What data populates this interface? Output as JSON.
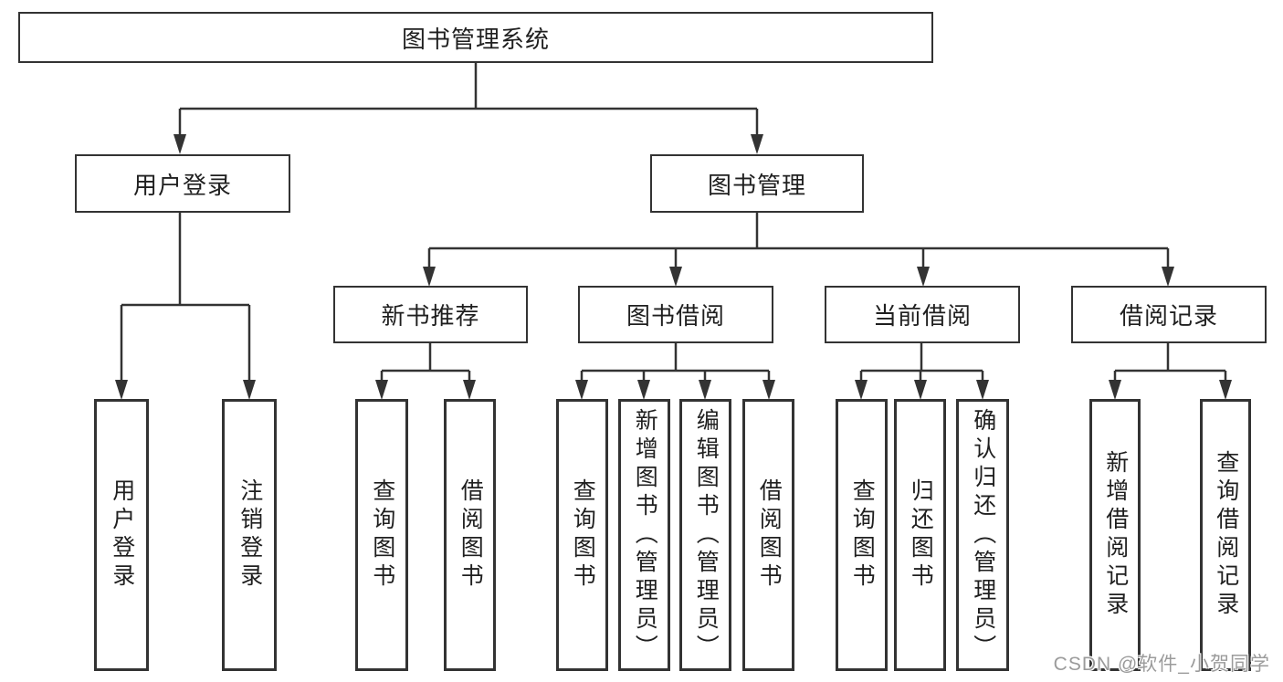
{
  "diagram": {
    "root": {
      "label": "图书管理系统"
    },
    "children": [
      {
        "label": "用户登录",
        "children": [
          {
            "label": "用户登录"
          },
          {
            "label": "注销登录"
          }
        ]
      },
      {
        "label": "图书管理",
        "children": [
          {
            "label": "新书推荐",
            "children": [
              {
                "label": "查询图书"
              },
              {
                "label": "借阅图书"
              }
            ]
          },
          {
            "label": "图书借阅",
            "children": [
              {
                "label": "查询图书"
              },
              {
                "label": "新增图书（管理员）"
              },
              {
                "label": "编辑图书（管理员）"
              },
              {
                "label": "借阅图书"
              }
            ]
          },
          {
            "label": "当前借阅",
            "children": [
              {
                "label": "查询图书"
              },
              {
                "label": "归还图书"
              },
              {
                "label": "确认归还（管理员）"
              }
            ]
          },
          {
            "label": "借阅记录",
            "children": [
              {
                "label": "新增借阅记录"
              },
              {
                "label": "查询借阅记录"
              }
            ]
          }
        ]
      }
    ]
  },
  "watermark": {
    "text": "CSDN @软件_小贺同学"
  },
  "colors": {
    "line": "#333333",
    "text": "#1f1f1f",
    "watermark": "#9b9b9b",
    "background": "#ffffff"
  }
}
